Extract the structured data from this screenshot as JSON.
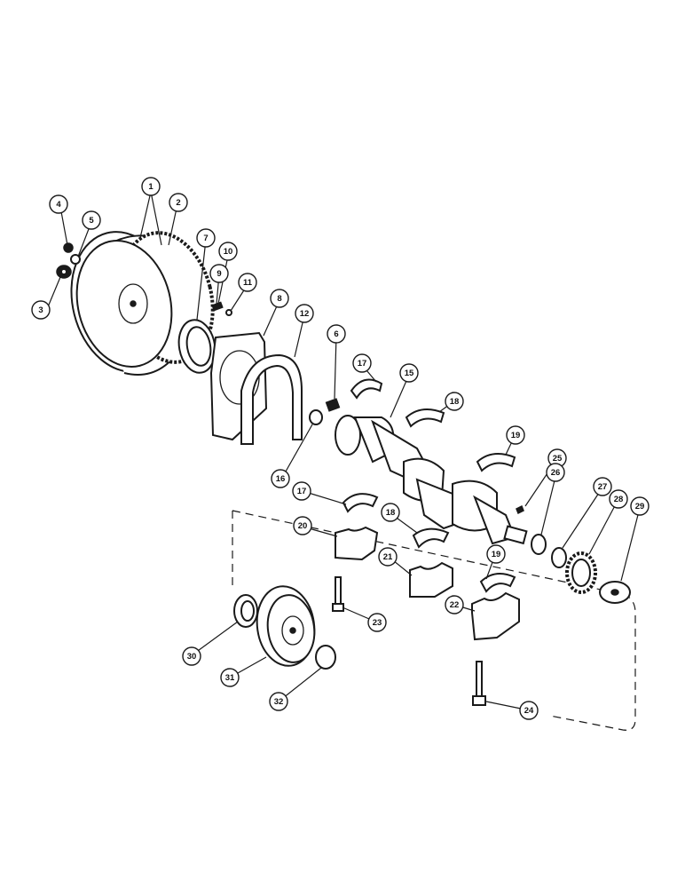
{
  "callouts": [
    "1",
    "2",
    "3",
    "4",
    "5",
    "7",
    "10",
    "9",
    "11",
    "8",
    "12",
    "6",
    "17",
    "15",
    "18",
    "19",
    "16",
    "25",
    "26",
    "27",
    "28",
    "29",
    "17",
    "18",
    "20",
    "21",
    "19",
    "22",
    "23",
    "24",
    "30",
    "31",
    "32"
  ],
  "colors": {
    "ink": "#1a1a1a",
    "paper": "#ffffff"
  }
}
